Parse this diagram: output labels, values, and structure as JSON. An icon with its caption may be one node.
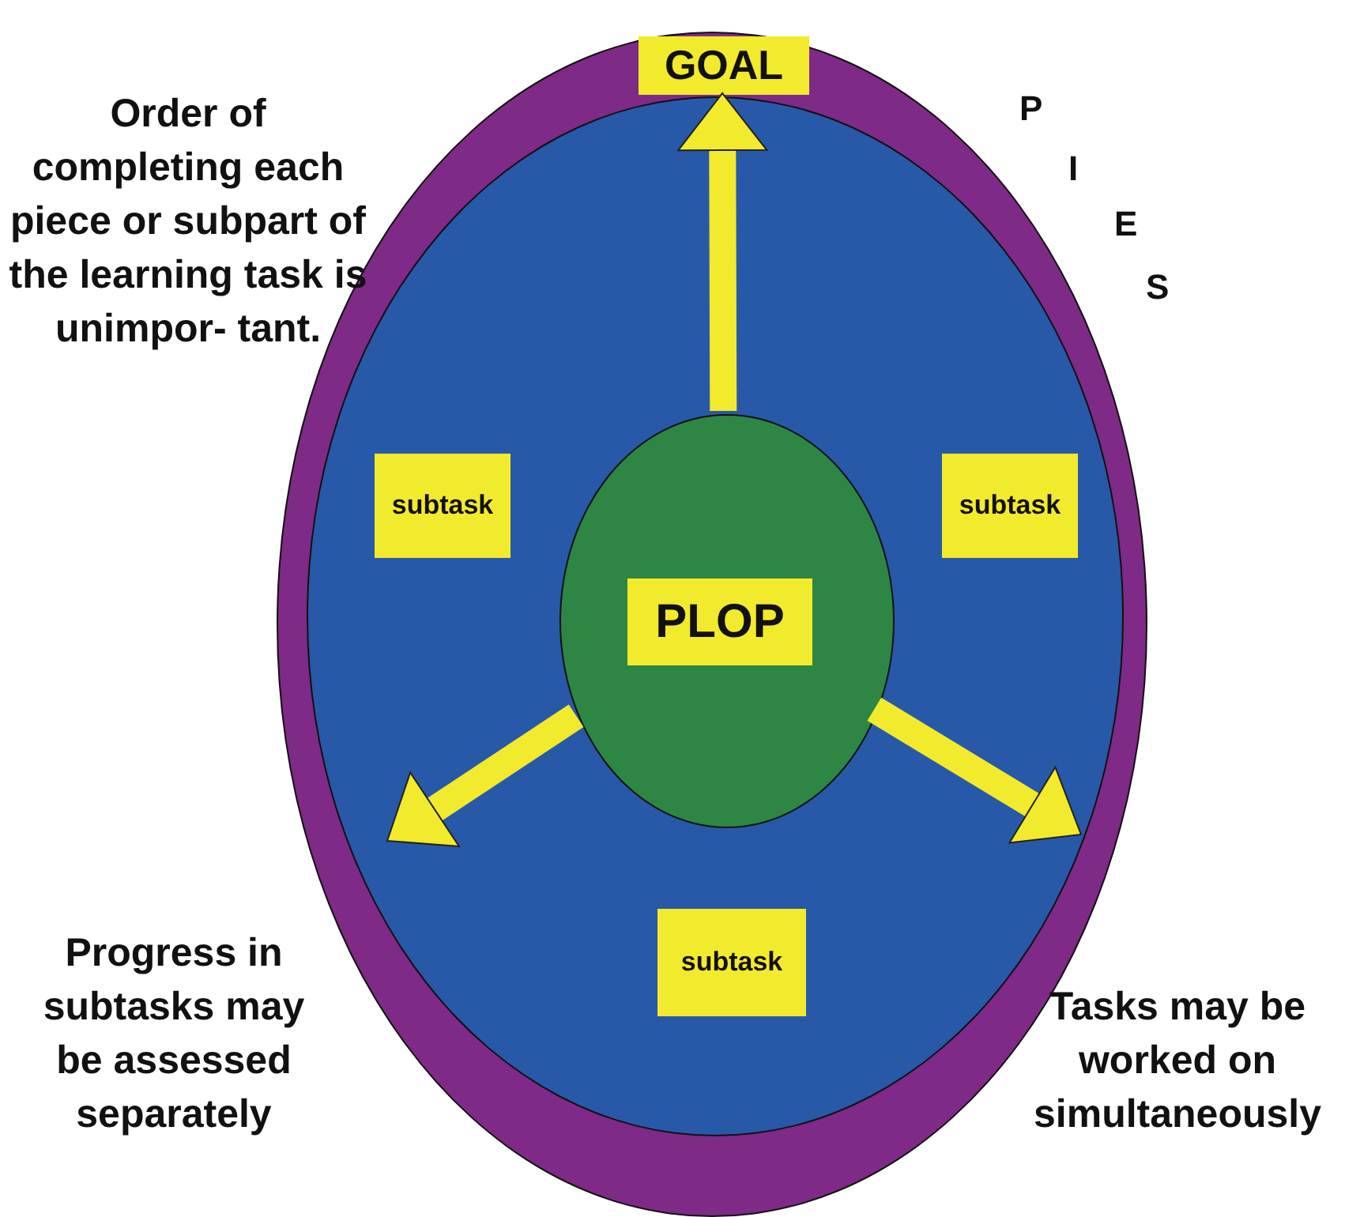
{
  "diagram": {
    "nodes": [
      {
        "text": [],
        "shape": "circle"
      },
      {
        "text": [
          "GOAL"
        ],
        "in": 0
      },
      {
        "text": [],
        "shape": "circle",
        "in": 0
      },
      {
        "text": [
          "subtask"
        ],
        "in": 2
      },
      {
        "text": [
          "subtask"
        ],
        "in": 2
      },
      {
        "text": [],
        "shape": "circle",
        "in": 2
      },
      {
        "text": [
          "PLOP"
        ],
        "in": 5
      },
      {
        "text": [
          "subtask"
        ],
        "in": 2
      }
    ],
    "edges": [
      {
        "from": 5,
        "to": 1,
        "arrow": "to"
      },
      {
        "from": 5,
        "to": null,
        "arrow": "to"
      },
      {
        "from": 5,
        "to": null,
        "arrow": "to"
      }
    ],
    "labels": [
      "Order of completing each piece or subpart of the learning task is unimpor- tant.",
      "P",
      "I",
      "E",
      "S",
      "Progress in subtasks may be assessed separately",
      "Tasks may be worked on simultaneously"
    ]
  }
}
